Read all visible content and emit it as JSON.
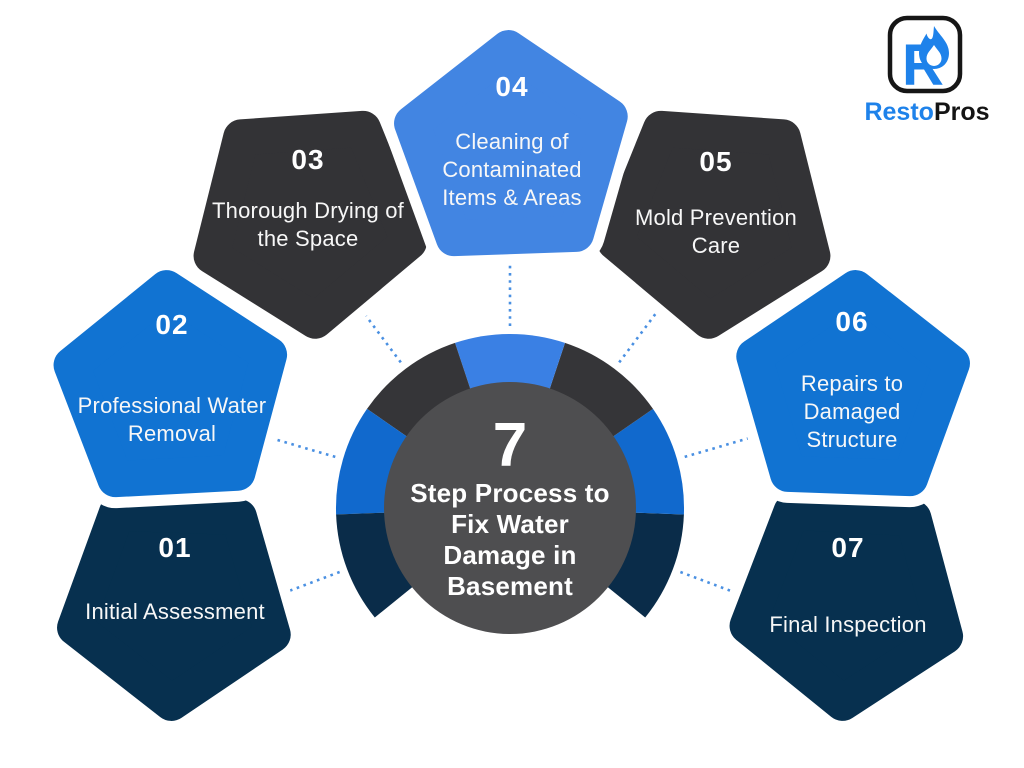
{
  "colors": {
    "background": "#ffffff",
    "hub": "#4e4e50",
    "hub_text": "#ffffff",
    "connector": "#4a90e2",
    "logo_blue": "#1e82ea",
    "logo_black": "#141414",
    "logo_outline": "#161616"
  },
  "brand": {
    "monogram": "R",
    "name_blue": "Resto",
    "name_black": "Pros"
  },
  "hub": {
    "big_number": "7",
    "title_lines": [
      "Step Process to",
      "Fix Water",
      "Damage in",
      "Basement"
    ]
  },
  "steps": [
    {
      "number": "01",
      "label": "Initial Assessment",
      "color": "#07304f",
      "ring_color": "#0a2c49"
    },
    {
      "number": "02",
      "label": "Professional Water Removal",
      "color": "#1173d2",
      "ring_color": "#1169cd"
    },
    {
      "number": "03",
      "label": "Thorough Drying of the Space",
      "color": "#333336",
      "ring_color": "#353538"
    },
    {
      "number": "04",
      "label": "Cleaning of Contaminated Items & Areas",
      "color": "#4285e2",
      "ring_color": "#3a80e4"
    },
    {
      "number": "05",
      "label": "Mold Prevention Care",
      "color": "#333336",
      "ring_color": "#353538"
    },
    {
      "number": "06",
      "label": "Repairs to Damaged Structure",
      "color": "#1173d2",
      "ring_color": "#1169cd"
    },
    {
      "number": "07",
      "label": "Final Inspection",
      "color": "#07304f",
      "ring_color": "#0a2c49"
    }
  ]
}
